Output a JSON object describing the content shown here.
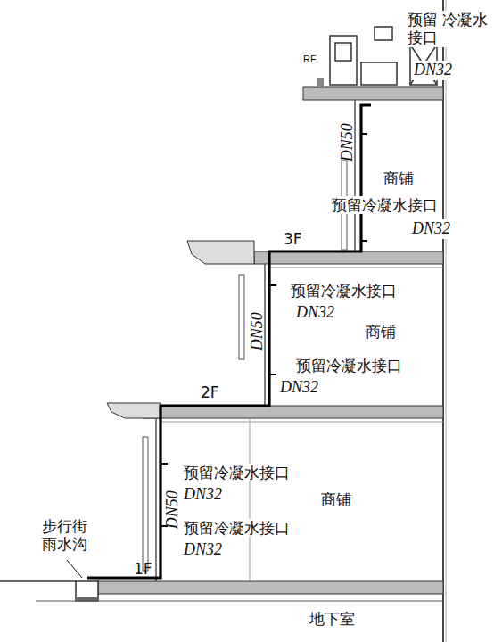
{
  "diagram": {
    "labels": [
      "RF",
      "预留 冷凝水接口",
      "DN32",
      "DN50",
      "商铺",
      "预留冷凝水接口",
      "DN32",
      "3F",
      "预留冷凝水接口",
      "DN32",
      "DN50",
      "商铺",
      "预留冷凝水接口",
      "DN32",
      "2F",
      "预留冷凝水接口",
      "DN32",
      "DN50",
      "商铺",
      "步行街 雨水沟",
      "预留冷凝水接口",
      "DN32",
      "1F",
      "地下室"
    ]
  }
}
